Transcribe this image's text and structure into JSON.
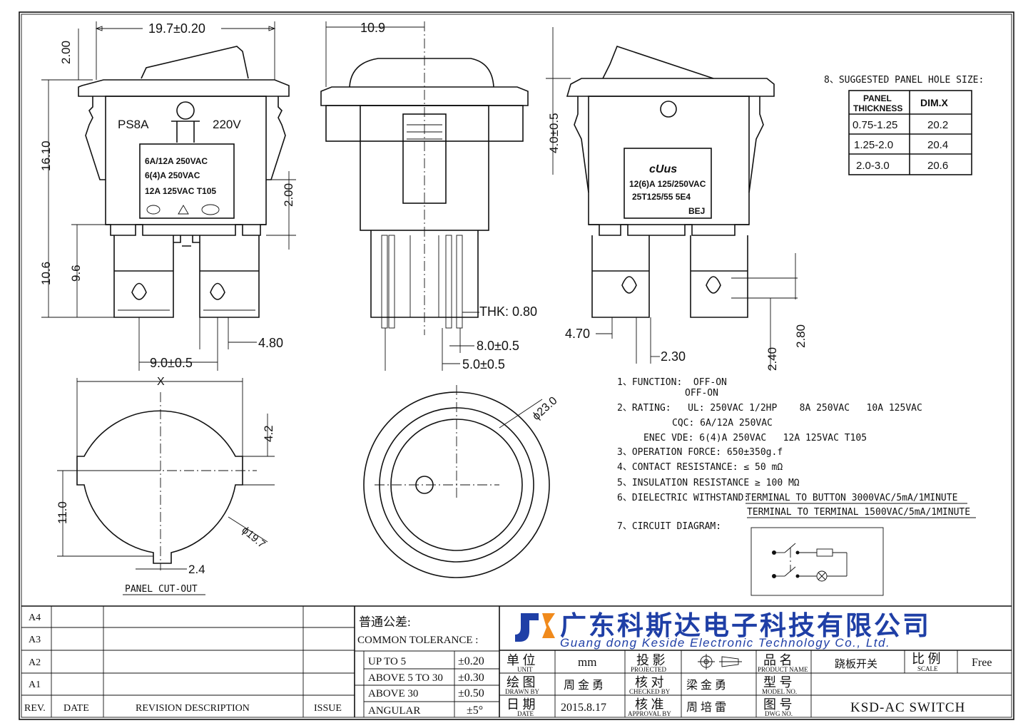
{
  "dimensions": {
    "top_width": "19.7±0.20",
    "side_width": "10.9",
    "top_height": "2.00",
    "body_height": "16.10",
    "mid_gap": "2.00",
    "terminal_length": "10.6",
    "terminal_short": "9.6",
    "terminal_pitch": "9.0±0.5",
    "terminal_width": "4.80",
    "thickness": "THK: 0.80",
    "pin_pitch_a": "8.0±0.5",
    "pin_pitch_b": "5.0±0.5",
    "rocker_offset": "4.0±0.5",
    "right_4_70": "4.70",
    "right_2_30": "2.30",
    "right_2_40": "2.40",
    "right_2_80": "2.80",
    "cutout_x": "X",
    "cutout_tab": "4.2",
    "cutout_height": "11.0",
    "cutout_diameter": "ϕ19.7",
    "cutout_notch": "2.4",
    "front_diameter": "ϕ23.0"
  },
  "labels": {
    "ps8a": "PS8A",
    "volt": "220V",
    "front_rating_1": "6A/12A 250VAC",
    "front_rating_2": "6(4)A 250VAC",
    "front_rating_3": "12A 125VAC T105",
    "side_rating_1": "12(6)A 125/250VAC",
    "side_rating_2": "25T125/55 5E4",
    "side_mark": "BEJ",
    "panel_cutout": "PANEL CUT-OUT"
  },
  "hole_table": {
    "title": "8、SUGGESTED PANEL HOLE SIZE:",
    "header_a_1": "PANEL",
    "header_a_2": "THICKNESS",
    "header_b": "DIM.X",
    "rows": [
      {
        "thickness": "0.75-1.25",
        "dim": "20.2"
      },
      {
        "thickness": "1.25-2.0",
        "dim": "20.4"
      },
      {
        "thickness": "2.0-3.0",
        "dim": "20.6"
      }
    ]
  },
  "notes": {
    "n1a": "1、FUNCTION:  OFF-ON",
    "n1b": "OFF-ON",
    "n2a": "2、RATING:   UL: 250VAC 1/2HP    8A 250VAC   10A 125VAC",
    "n2b": "CQC: 6A/12A 250VAC",
    "n2c": "ENEC VDE: 6(4)A 250VAC   12A 125VAC T105",
    "n3": "3、OPERATION FORCE: 650±350g.f",
    "n4": "4、CONTACT RESISTANCE: ≤  50 mΩ",
    "n5": "5、INSULATION RESISTANCE  ≥ 100 MΩ",
    "n6a": "6、DIELECTRIC WITHSTAND:",
    "n6b": "TERMINAL TO BUTTON 3000VAC/5mA/1MINUTE",
    "n6c": "TERMINAL TO TERMINAL 1500VAC/5mA/1MINUTE",
    "n7": "7、CIRCUIT DIAGRAM:"
  },
  "title_block": {
    "revision_rows": [
      "A4",
      "A3",
      "A2",
      "A1"
    ],
    "col_rev": "REV.",
    "col_date": "DATE",
    "col_desc": "REVISION DESCRIPTION",
    "col_issue": "ISSUE",
    "tol_cn": "普通公差:",
    "tol_en": "COMMON TOLERANCE :",
    "tol_rows": [
      {
        "range": "UP TO 5",
        "value": "±0.20"
      },
      {
        "range": "ABOVE 5 TO 30",
        "value": "±0.30"
      },
      {
        "range": "ABOVE 30",
        "value": "±0.50"
      },
      {
        "range": "ANGULAR",
        "value": "±5°"
      }
    ],
    "company_cn": "广东科斯达电子科技有限公司",
    "company_en": "Guang dong Keside  Electronic  Technology Co., Ltd.",
    "unit_cn": "单 位",
    "unit_en": "UNIT",
    "unit_val": "mm",
    "proj_cn": "投 影",
    "proj_en": "PROJECTED",
    "prod_cn": "品 名",
    "prod_en": "PRODUCT NAME",
    "prod_val": "跷板开关",
    "scale_cn": "比 例",
    "scale_en": "SCALE",
    "scale_val": "Free",
    "drawn_cn": "绘 图",
    "drawn_en": "DRAWN BY",
    "drawn_val": "周 金 勇",
    "checked_cn": "核 对",
    "checked_en": "CHECKED BY",
    "checked_val": "梁 金 勇",
    "model_cn": "型 号",
    "model_en": "MODEL NO.",
    "date_cn": "日 期",
    "date_en": "DATE",
    "date_val": "2015.8.17",
    "approval_cn": "核 准",
    "approval_en": "APPROVAL BY",
    "approval_val": "周 培 雷",
    "dwg_cn": "图 号",
    "dwg_en": "DWG NO.",
    "dwg_val": "KSD-AC SWITCH"
  },
  "colors": {
    "ink": "#111111",
    "logo_blue": "#1f3fa6",
    "logo_orange": "#f08a1c",
    "paper": "#ffffff"
  }
}
